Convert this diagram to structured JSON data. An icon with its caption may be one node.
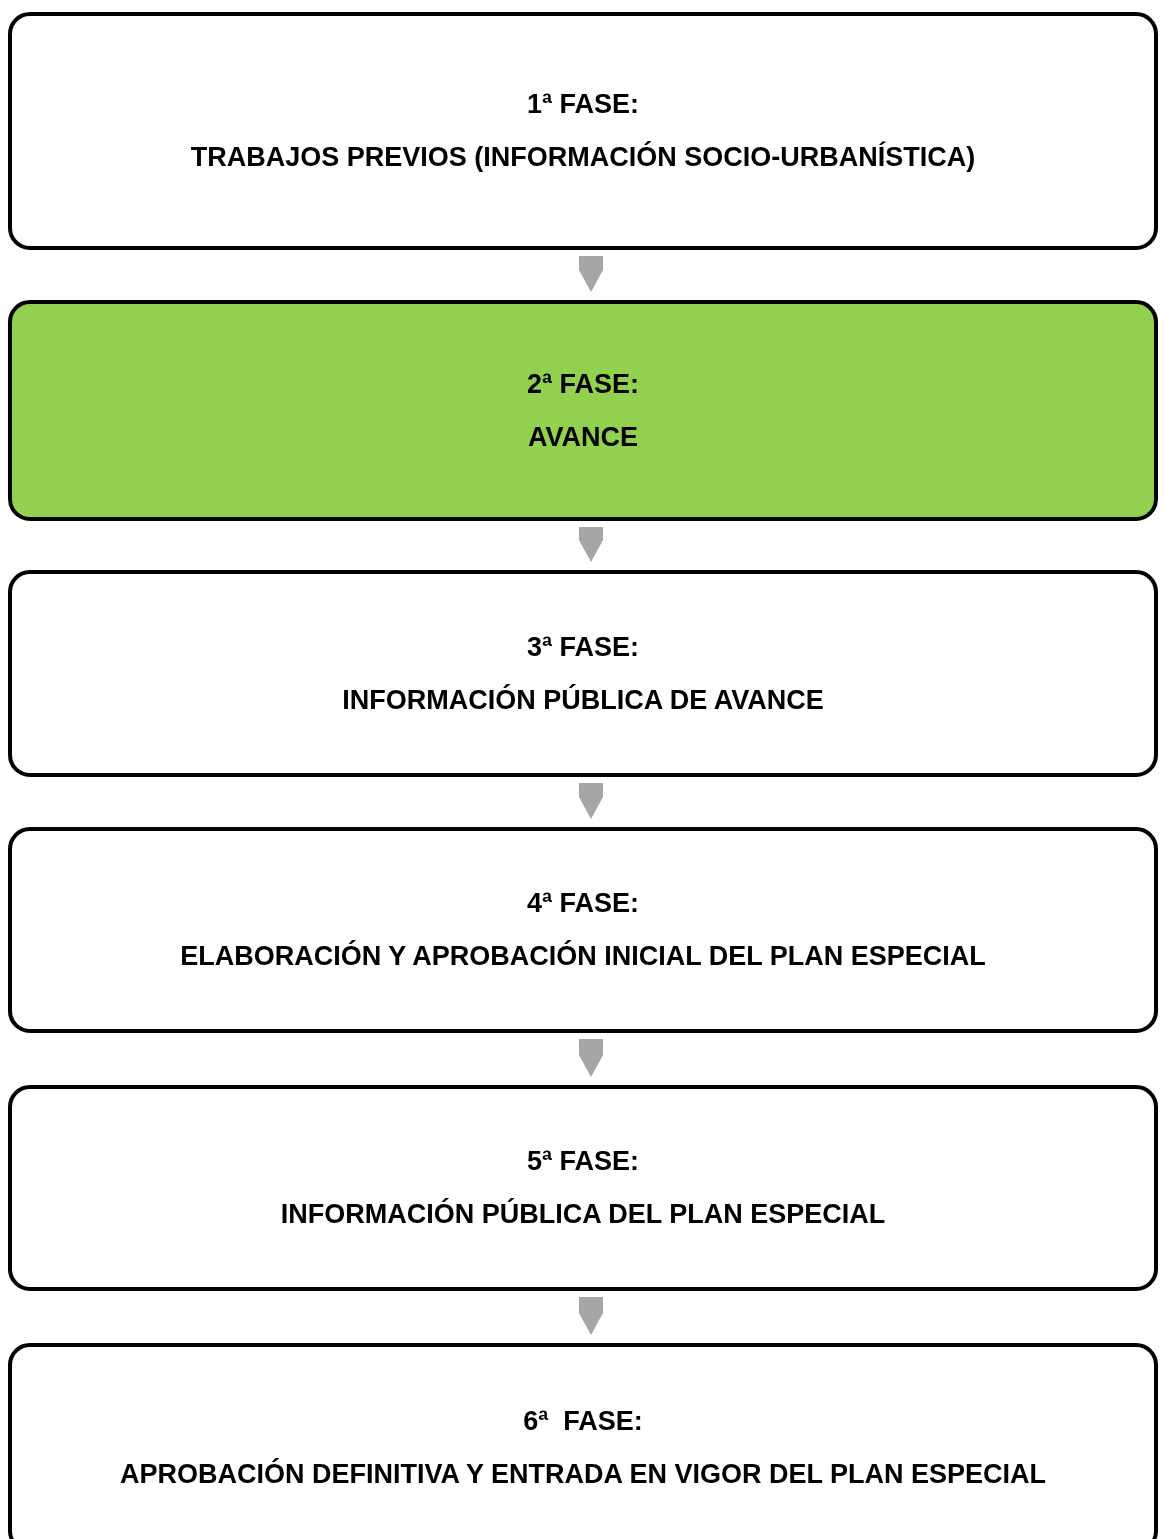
{
  "diagram": {
    "nodes": [
      {
        "text": [
          "1ª FASE:",
          "TRABAJOS PREVIOS (INFORMACIÓN SOCIO-URBANÍSTICA)"
        ]
      },
      {
        "text": [
          "2ª FASE:",
          "AVANCE"
        ]
      },
      {
        "text": [
          "3ª FASE:",
          "INFORMACIÓN PÚBLICA DE AVANCE"
        ]
      },
      {
        "text": [
          "4ª FASE:",
          "ELABORACIÓN Y APROBACIÓN INICIAL DEL PLAN ESPECIAL"
        ]
      },
      {
        "text": [
          "5ª FASE:",
          "INFORMACIÓN PÚBLICA DEL PLAN ESPECIAL"
        ]
      },
      {
        "text": [
          "6ª  FASE:",
          "APROBACIÓN DEFINITIVA Y ENTRADA EN VIGOR DEL PLAN ESPECIAL"
        ]
      }
    ],
    "edges": [
      {
        "from": 0,
        "to": 1,
        "arrow": "to"
      },
      {
        "from": 1,
        "to": 2,
        "arrow": "to"
      },
      {
        "from": 2,
        "to": 3,
        "arrow": "to"
      },
      {
        "from": 3,
        "to": 4,
        "arrow": "to"
      },
      {
        "from": 4,
        "to": 5,
        "arrow": "to"
      }
    ]
  }
}
